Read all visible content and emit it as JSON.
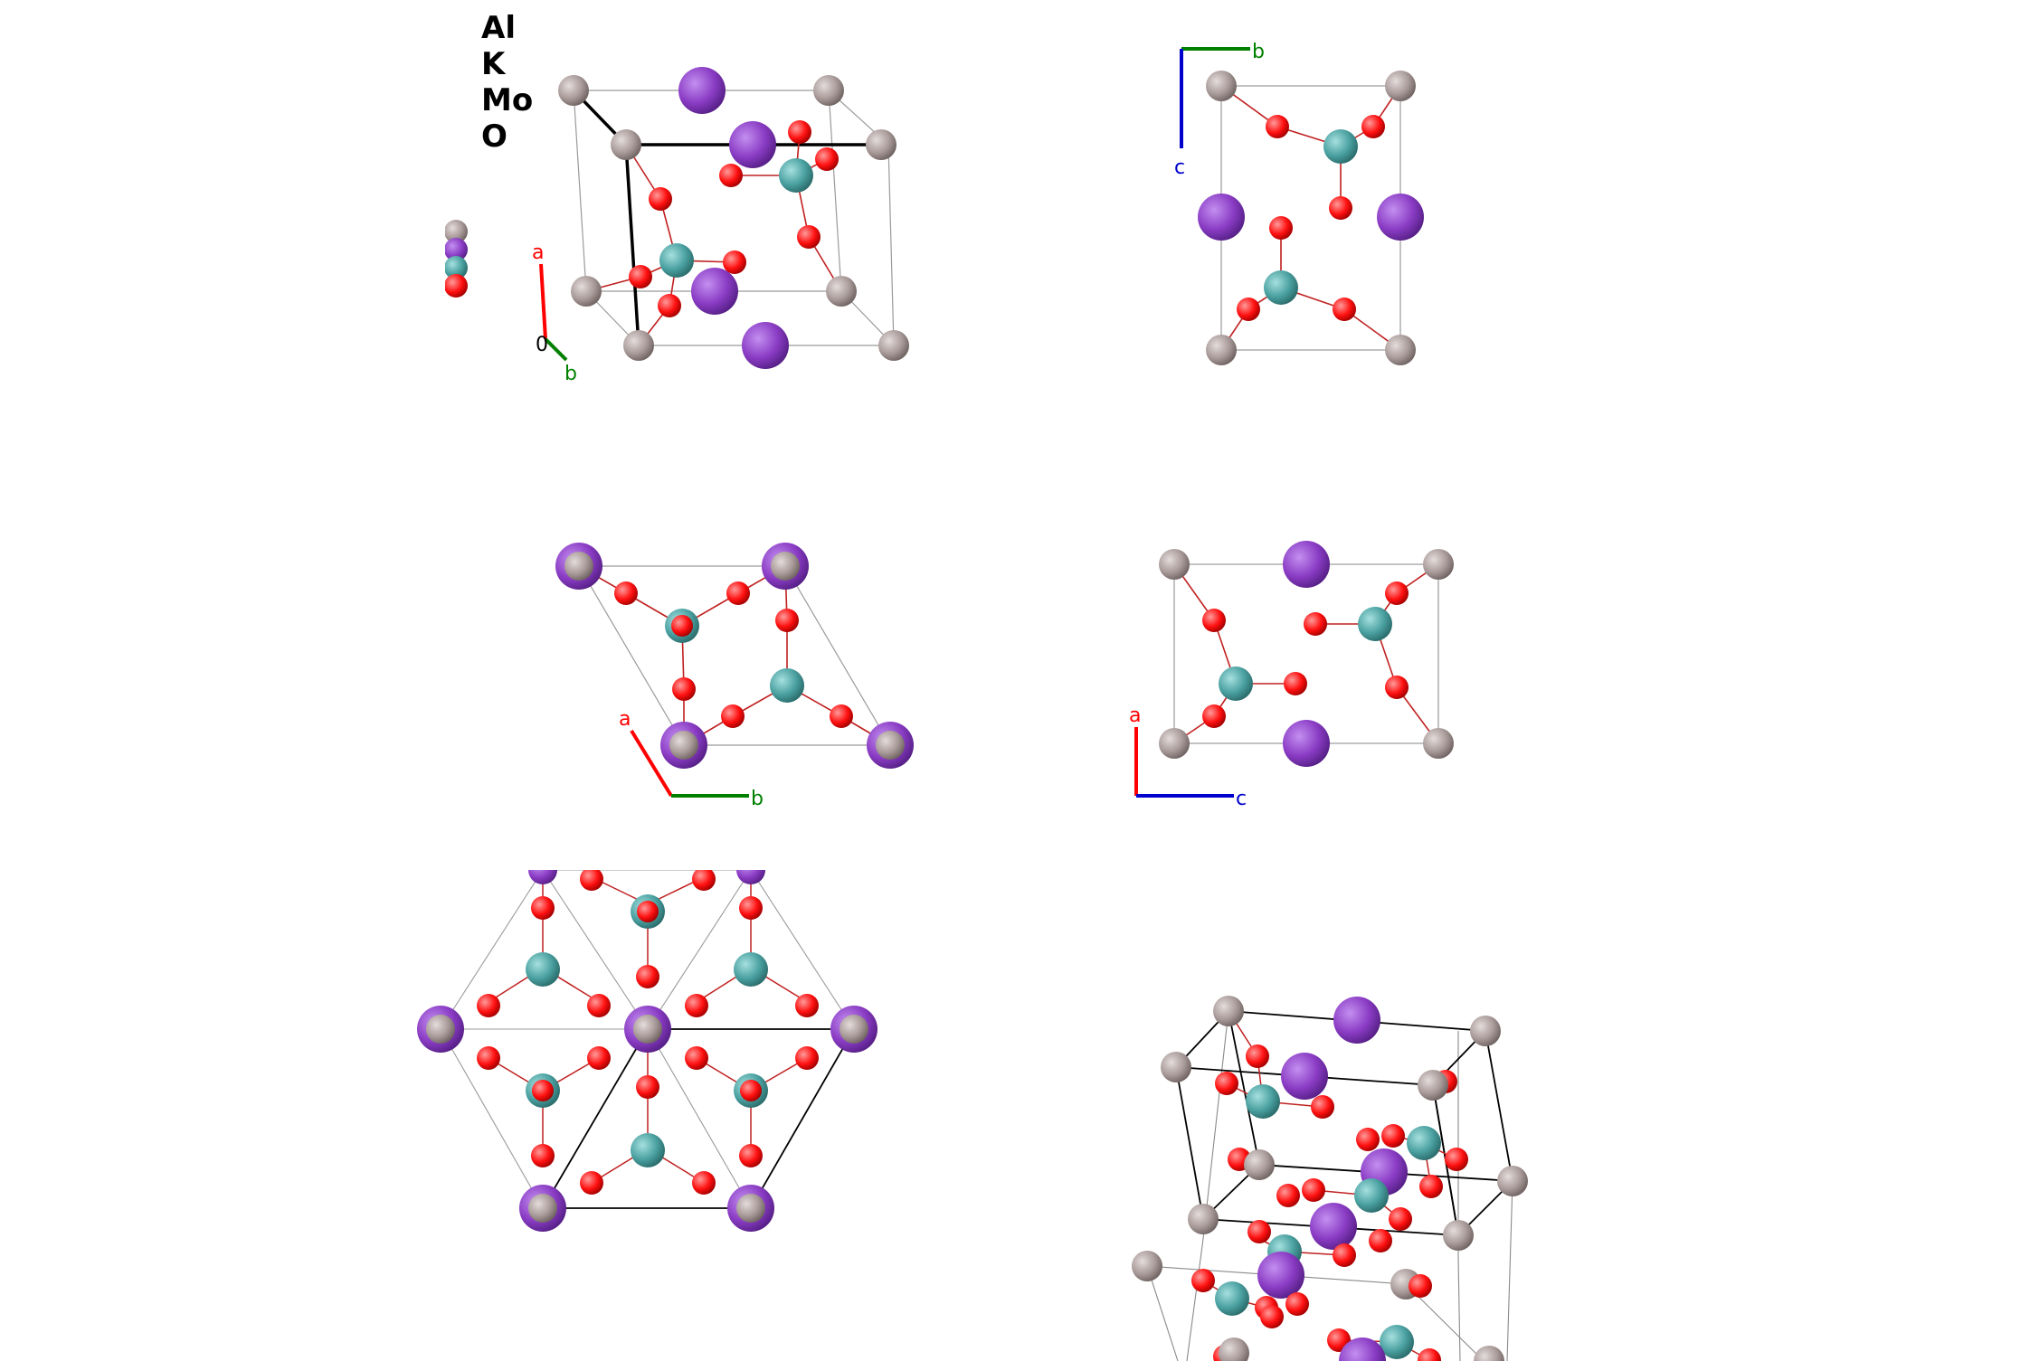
{
  "legend": {
    "items": [
      {
        "label": "Al",
        "element": "Al"
      },
      {
        "label": "K",
        "element": "K"
      },
      {
        "label": "Mo",
        "element": "Mo"
      },
      {
        "label": "O",
        "element": "O"
      }
    ]
  },
  "elements": {
    "Al": {
      "color": "#a89a98"
    },
    "K": {
      "color": "#8a3cc4"
    },
    "Mo": {
      "color": "#4aa0a0"
    },
    "O": {
      "color": "#ff0d0d"
    }
  },
  "axis_colors": {
    "a": "#ff0000",
    "b": "#008000",
    "c": "#0000cc",
    "origin": "#000000"
  },
  "axes": {
    "view1": {
      "a": "a",
      "b": "b",
      "origin": "0"
    },
    "view2": {
      "b": "b",
      "c": "c"
    },
    "view3": {
      "a": "a",
      "b": "b"
    },
    "view4": {
      "a": "a",
      "c": "c"
    }
  }
}
